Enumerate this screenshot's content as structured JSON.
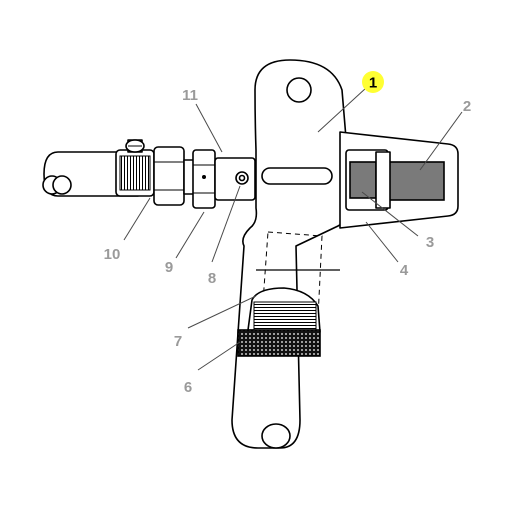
{
  "diagram": {
    "highlight_color": "#ffff33",
    "label_color": "#9a9a9a",
    "callouts": [
      {
        "id": "1",
        "text": "1",
        "highlighted": true
      },
      {
        "id": "2",
        "text": "2"
      },
      {
        "id": "3",
        "text": "3"
      },
      {
        "id": "4",
        "text": "4"
      },
      {
        "id": "6",
        "text": "6"
      },
      {
        "id": "7",
        "text": "7"
      },
      {
        "id": "8",
        "text": "8"
      },
      {
        "id": "9",
        "text": "9"
      },
      {
        "id": "10",
        "text": "10"
      },
      {
        "id": "11",
        "text": "11"
      }
    ]
  }
}
